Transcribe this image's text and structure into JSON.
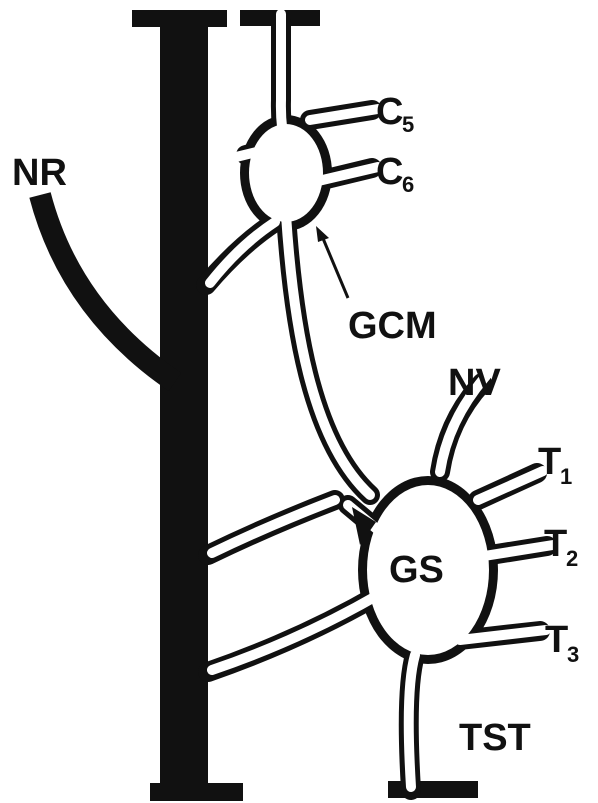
{
  "labels": {
    "nr": "NR",
    "c5_main": "C",
    "c5_sub": "5",
    "c6_main": "C",
    "c6_sub": "6",
    "gcm": "GCM",
    "nv": "NV",
    "gs": "GS",
    "t1_main": "T",
    "t1_sub": "1",
    "t2_main": "T",
    "t2_sub": "2",
    "t3_main": "T",
    "t3_sub": "3",
    "tst": "TST"
  },
  "colors": {
    "ink": "#111111",
    "paper": "#ffffff"
  }
}
